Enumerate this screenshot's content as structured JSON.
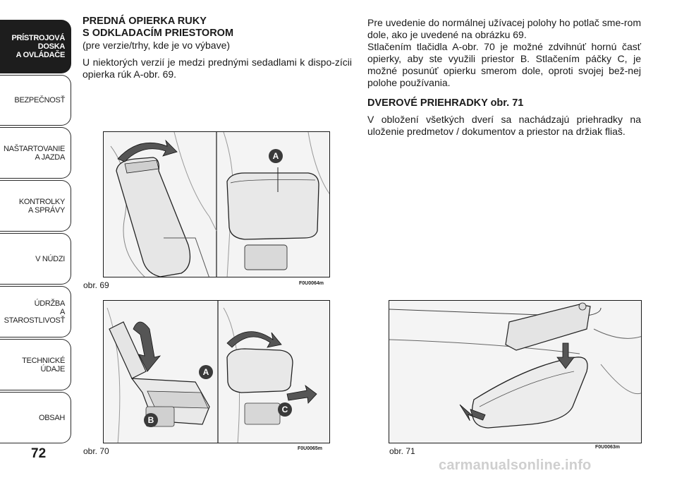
{
  "sidebar": {
    "tabs": [
      {
        "label": "PRÍSTROJOVÁ\nDOSKA\nA OVLÁDAČE",
        "active": true
      },
      {
        "label": "BEZPEČNOSŤ",
        "active": false
      },
      {
        "label": "NAŠTARTOVANIE\nA JAZDA",
        "active": false
      },
      {
        "label": "KONTROLKY\nA SPRÁVY",
        "active": false
      },
      {
        "label": "V NÚDZI",
        "active": false
      },
      {
        "label": "ÚDRŽBA\nA STAROSTLIVOSŤ",
        "active": false
      },
      {
        "label": "TECHNICKÉ ÚDAJE",
        "active": false
      },
      {
        "label": "OBSAH",
        "active": false
      }
    ],
    "page_number": "72"
  },
  "left_column": {
    "heading_line1": "PREDNÁ OPIERKA RUKY",
    "heading_line2": "S ODKLADACÍM PRIESTOROM",
    "subheading": "(pre verzie/trhy, kde je vo výbave)",
    "paragraph": "U niektorých verzií je medzi prednými sedadlami k dispo-zícii opierka rúk A-obr. 69."
  },
  "right_column": {
    "paragraph1": "Pre uvedenie do normálnej užívacej polohy ho potlač sme-rom dole, ako je uvedené na obrázku 69.",
    "paragraph2": "Stlačením tlačidla A-obr. 70 je možné zdvihnúť hornú časť opierky, aby ste využili priestor B. Stlačením páčky C, je možné posunúť opierku smerom dole, oproti svojej bež-nej polohe používania.",
    "heading": "DVEROVÉ PRIEHRADKY obr. 71",
    "paragraph3": "V obložení všetkých dverí sa nachádzajú priehradky  na uloženie predmetov / dokumentov a priestor na držiak fliaš."
  },
  "figures": {
    "fig69": {
      "caption": "obr. 69",
      "code": "F0U0064m",
      "labels": [
        "A"
      ]
    },
    "fig70": {
      "caption": "obr. 70",
      "code": "F0U0065m",
      "labels": [
        "A",
        "B",
        "C"
      ]
    },
    "fig71": {
      "caption": "obr. 71",
      "code": "F0U0063m"
    }
  },
  "watermark": "carmanualsonline.info",
  "colors": {
    "tab_active_bg": "#1d1d1d",
    "label_circle": "#3a3a3a"
  }
}
